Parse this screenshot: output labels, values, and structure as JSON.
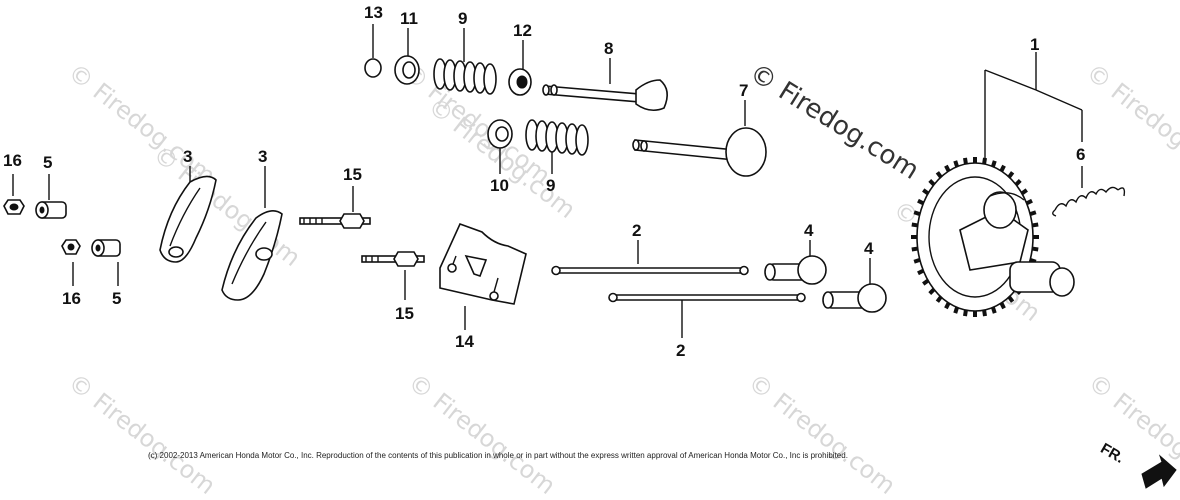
{
  "watermark": {
    "main": "© Firedog.com",
    "faint": [
      "© Firedog.com",
      "© Firedog.com",
      "© Firedog.com",
      "© Firedog.com",
      "© Firedog.com",
      "© Firedog.com",
      "© Firedog.com",
      "© Firedog.com",
      "© Firedog.com",
      "© Firedog.com"
    ]
  },
  "callouts": [
    {
      "id": "c13",
      "label": "13"
    },
    {
      "id": "c11",
      "label": "11"
    },
    {
      "id": "c9a",
      "label": "9"
    },
    {
      "id": "c12",
      "label": "12"
    },
    {
      "id": "c8",
      "label": "8"
    },
    {
      "id": "c7",
      "label": "7"
    },
    {
      "id": "c1",
      "label": "1"
    },
    {
      "id": "c6",
      "label": "6"
    },
    {
      "id": "c10",
      "label": "10"
    },
    {
      "id": "c9b",
      "label": "9"
    },
    {
      "id": "c16a",
      "label": "16"
    },
    {
      "id": "c5a",
      "label": "5"
    },
    {
      "id": "c3a",
      "label": "3"
    },
    {
      "id": "c3b",
      "label": "3"
    },
    {
      "id": "c15a",
      "label": "15"
    },
    {
      "id": "c16b",
      "label": "16"
    },
    {
      "id": "c5b",
      "label": "5"
    },
    {
      "id": "c15b",
      "label": "15"
    },
    {
      "id": "c14",
      "label": "14"
    },
    {
      "id": "c2a",
      "label": "2"
    },
    {
      "id": "c2b",
      "label": "2"
    },
    {
      "id": "c4a",
      "label": "4"
    },
    {
      "id": "c4b",
      "label": "4"
    }
  ],
  "copyright": "(c) 2002-2013 American Honda Motor Co., Inc. Reproduction of the contents of this publication in whole or in part without the express written approval of American Honda Motor Co., Inc is prohibited.",
  "direction_label": "FR."
}
